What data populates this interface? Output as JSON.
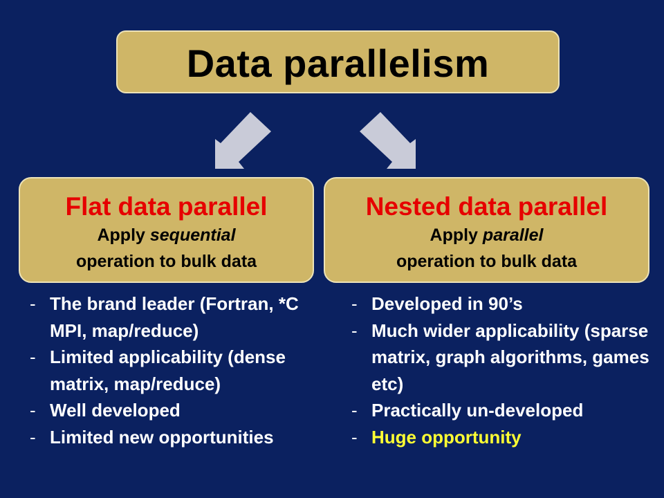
{
  "title": "Data parallelism",
  "colors": {
    "background": "#0b2160",
    "box_fill": "#cfb667",
    "heading_red": "#e60000",
    "highlight_yellow": "#ffff33",
    "arrow": "#c9cbd8"
  },
  "left": {
    "heading": "Flat data parallel",
    "line1_prefix": "Apply ",
    "line1_emph": "sequential",
    "line2": "operation to bulk data",
    "bullets": [
      "The brand leader (Fortran, *C MPI, map/reduce)",
      "Limited applicability (dense matrix, map/reduce)",
      "Well developed",
      "Limited new opportunities"
    ]
  },
  "right": {
    "heading": "Nested data parallel",
    "line1_prefix": "Apply ",
    "line1_emph": "parallel",
    "line2": "operation to bulk data",
    "bullets": [
      "Developed in 90’s",
      "Much wider applicability (sparse matrix, graph algorithms, games etc)",
      "Practically un-developed",
      "Huge opportunity"
    ]
  },
  "bullet_marker": "-"
}
